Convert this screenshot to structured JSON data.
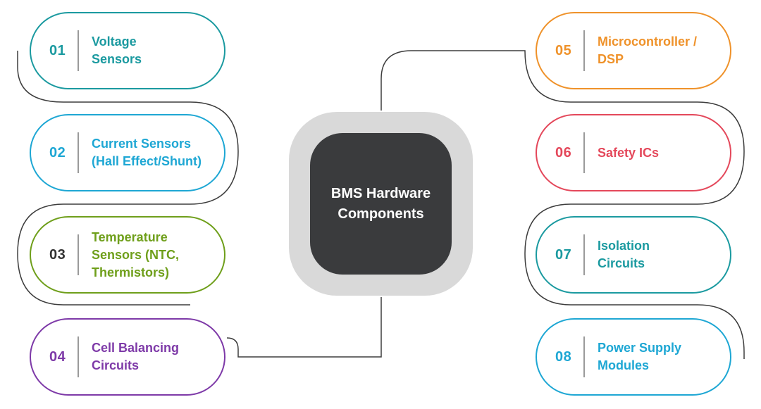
{
  "center": {
    "title": "BMS Hardware\nComponents"
  },
  "colors": {
    "teal": "#1b9aa0",
    "blue": "#1ea7d4",
    "green": "#6f9f1b",
    "purple": "#7e3aa8",
    "orange": "#ef922a",
    "red": "#e4485b",
    "dark_number": "#333333",
    "hub": "#3a3b3d",
    "hub_ring": "#d9d9d9",
    "connector": "#3d3d3d"
  },
  "components": [
    {
      "number": "01",
      "label": "Voltage\nSensors",
      "color": "#1b9aa0",
      "number_color": "#1b9aa0"
    },
    {
      "number": "02",
      "label": "Current Sensors\n(Hall Effect/Shunt)",
      "color": "#1ea7d4",
      "number_color": "#1ea7d4"
    },
    {
      "number": "03",
      "label": "Temperature\nSensors (NTC,\nThermistors)",
      "color": "#6f9f1b",
      "number_color": "#333333"
    },
    {
      "number": "04",
      "label": "Cell Balancing\nCircuits",
      "color": "#7e3aa8",
      "number_color": "#7e3aa8"
    },
    {
      "number": "05",
      "label": "Microcontroller /\nDSP",
      "color": "#ef922a",
      "number_color": "#ef922a"
    },
    {
      "number": "06",
      "label": "Safety ICs",
      "color": "#e4485b",
      "number_color": "#e4485b"
    },
    {
      "number": "07",
      "label": "Isolation\nCircuits",
      "color": "#1b9aa0",
      "number_color": "#1b9aa0"
    },
    {
      "number": "08",
      "label": "Power Supply\nModules",
      "color": "#1ea7d4",
      "number_color": "#1ea7d4"
    }
  ]
}
